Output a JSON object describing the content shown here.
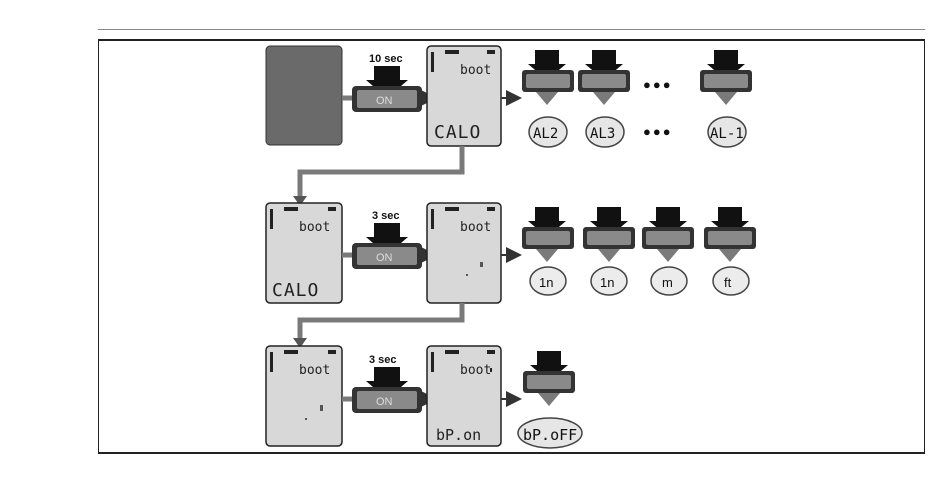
{
  "labels": {
    "row1_time": "10 sec",
    "row2_time": "3 sec",
    "row3_time": "3 sec",
    "button_text": "ON",
    "boot": "boot",
    "calo": "CALO",
    "ellipsis": "●●●",
    "bp_on": "bP.on",
    "bp_off": "bP.oFF"
  },
  "row1_options": [
    "AL2",
    "AL3",
    "AL-1"
  ],
  "row2_options": [
    "1n",
    "1n",
    "m",
    "ft"
  ],
  "row3_options": [
    "bP.oFF"
  ],
  "colors": {
    "lcd": "#d8d8d8",
    "device": "#6a6a6a",
    "arrow": "#111111",
    "button_gray": "#8a8a8a",
    "connector": "#7a7a7a"
  }
}
